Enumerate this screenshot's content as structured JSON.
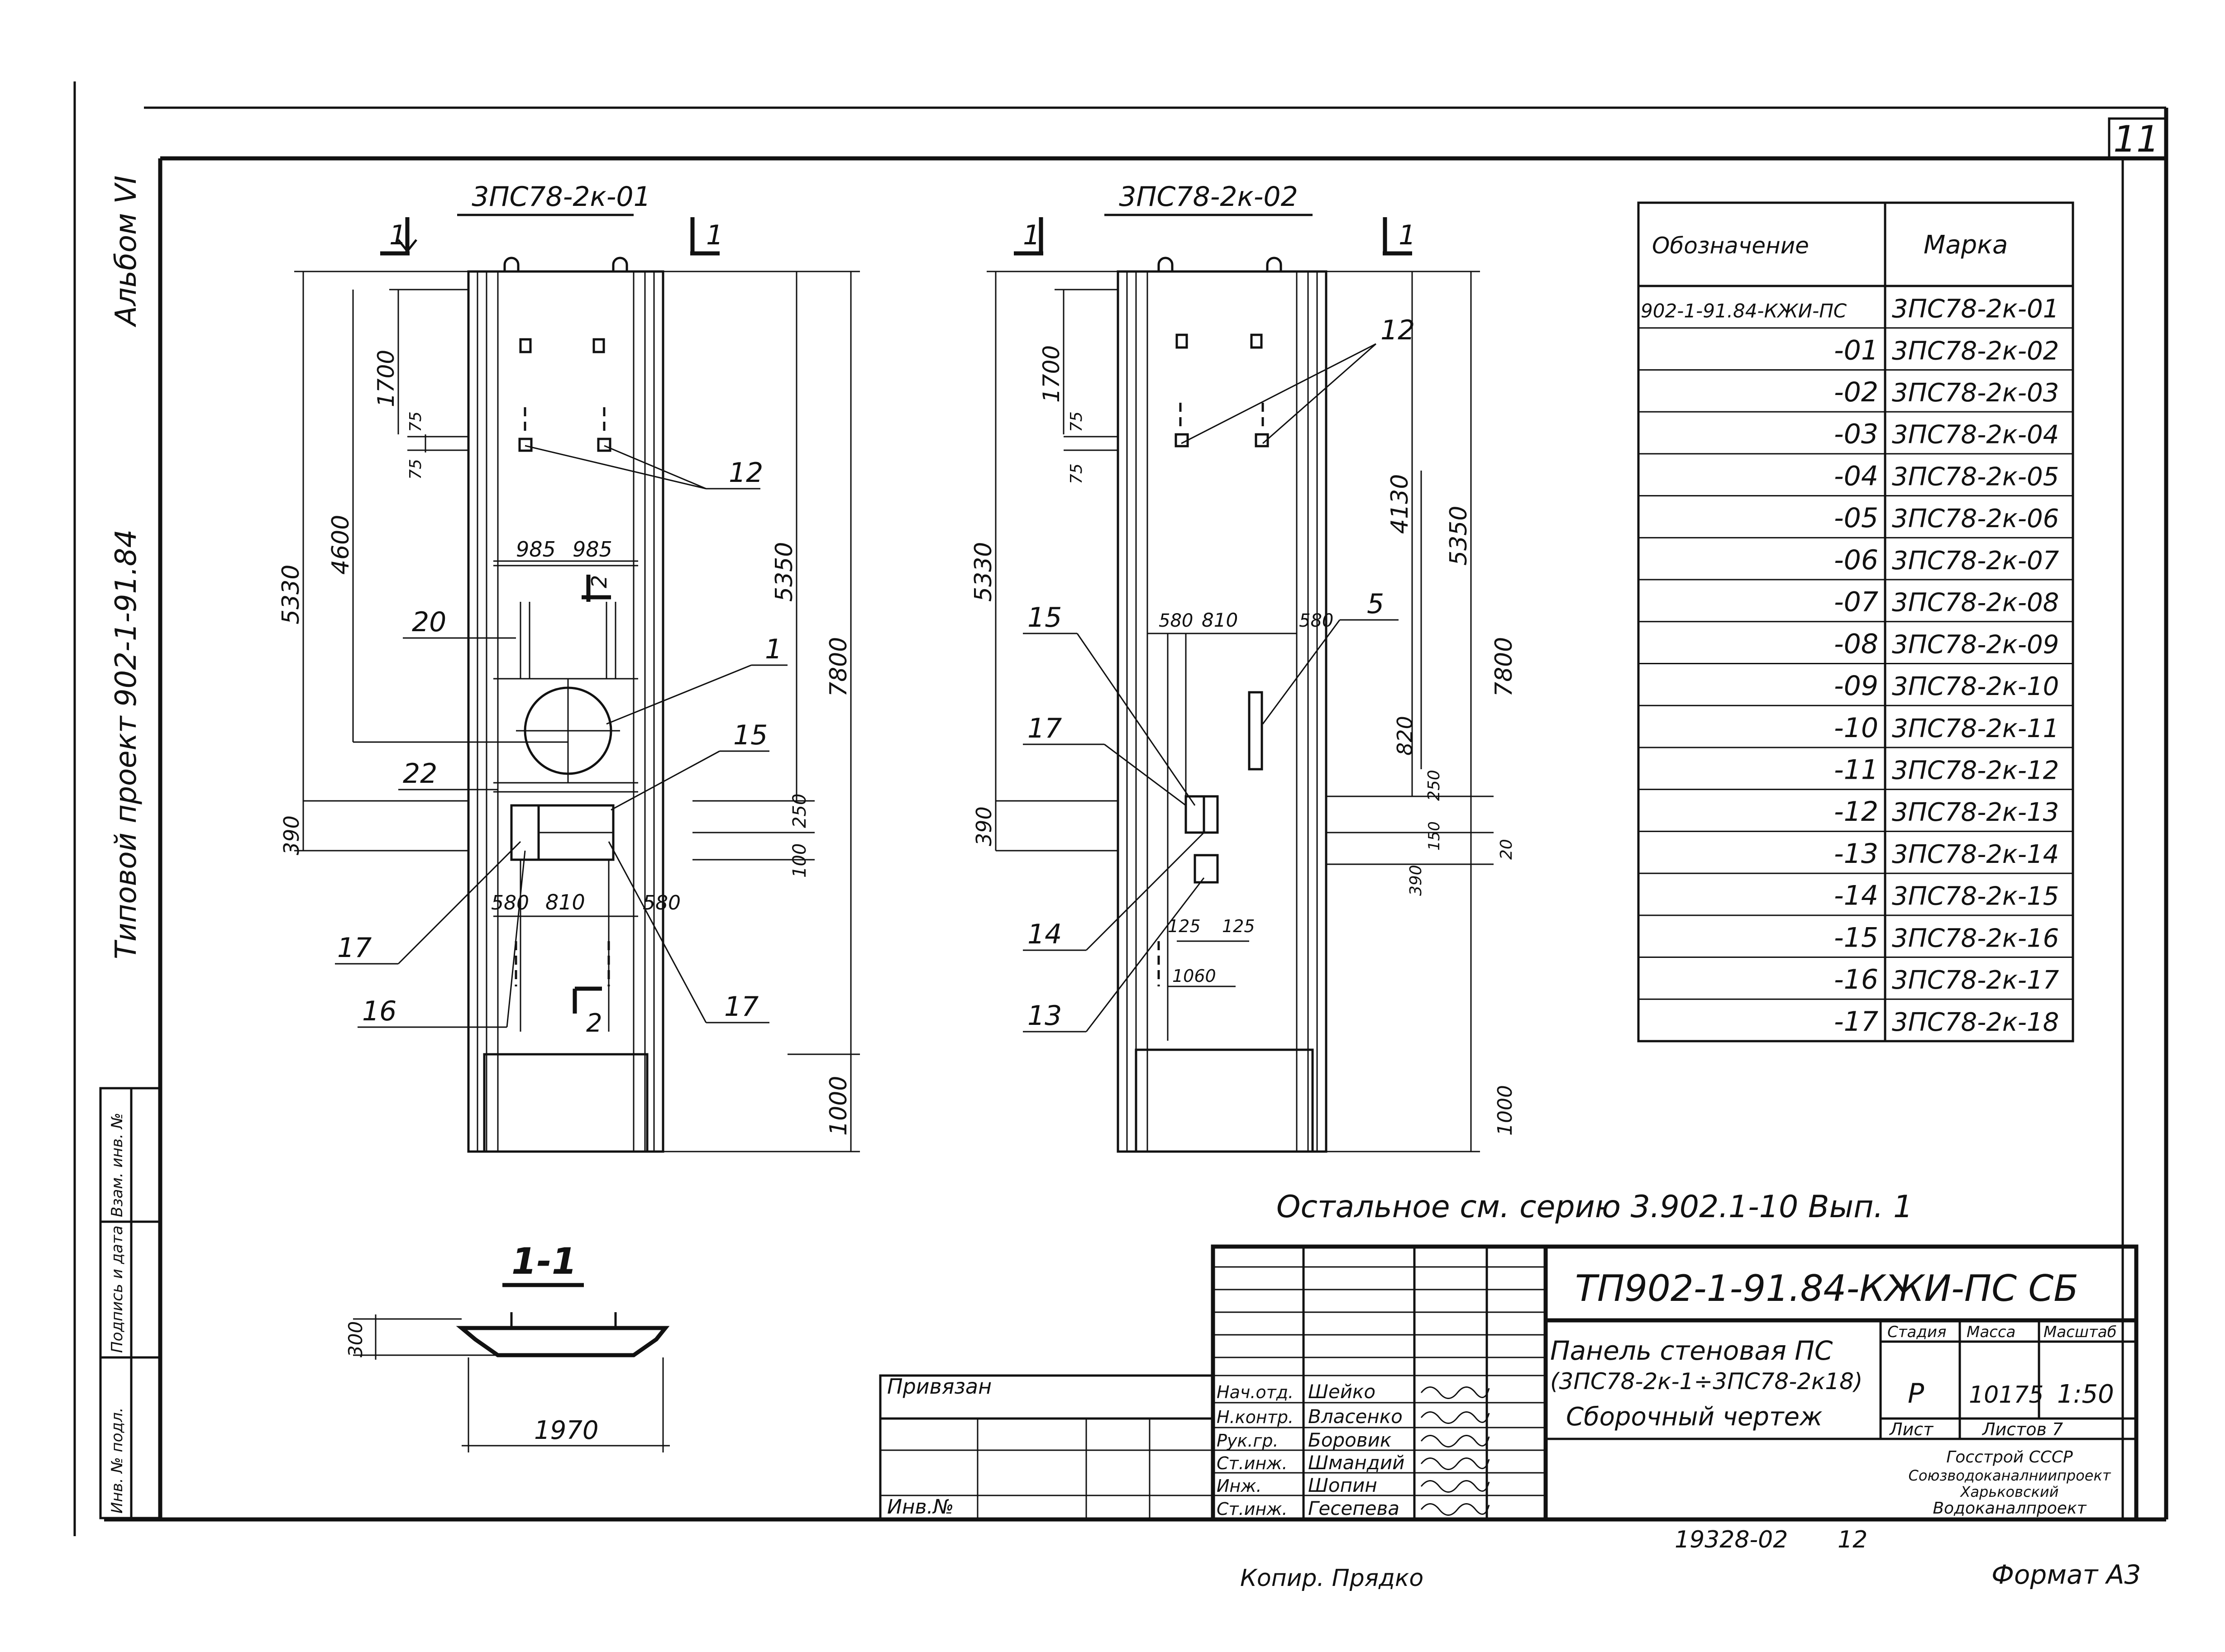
{
  "sheet_number": "11",
  "side_labels": {
    "album": "Альбом VI",
    "project": "Типовой проект 902-1-91.84"
  },
  "left_strip": [
    "Инв. № подл.",
    "Подпись и дата",
    "Взам. инв. №"
  ],
  "views": {
    "left_title": "3ПС78-2к-01",
    "right_title": "3ПС78-2к-02",
    "cut_mark": "1"
  },
  "left_dims": {
    "d1700": "1700",
    "d75a": "75",
    "d75b": "75",
    "d4600": "4600",
    "d5330": "5330",
    "d985a": "985",
    "d985b": "985",
    "d390": "390",
    "d580a": "580",
    "d810": "810",
    "d580b": "580",
    "d5350": "5350",
    "d7800": "7800",
    "d250": "250",
    "d100": "100",
    "d1000": "1000"
  },
  "left_callouts": {
    "c12": "12",
    "c20": "20",
    "c1": "1",
    "c15": "15",
    "c22": "22",
    "c17a": "17",
    "c16": "16",
    "c17b": "17",
    "c2": "2"
  },
  "right_dims": {
    "d1700": "1700",
    "d75a": "75",
    "d75b": "75",
    "d5330": "5330",
    "d580a": "580",
    "d810": "810",
    "d580b": "580",
    "d4130": "4130",
    "d5350": "5350",
    "d7800": "7800",
    "d820": "820",
    "d390": "390",
    "d250": "250",
    "d150": "150",
    "d20": "20",
    "d390b": "390",
    "d125a": "125",
    "d125b": "125",
    "d1060": "1060",
    "d1000": "1000"
  },
  "right_callouts": {
    "c12": "12",
    "c5": "5",
    "c15": "15",
    "c17": "17",
    "c14": "14",
    "c13": "13"
  },
  "table": {
    "headers": [
      "Обозначение",
      "Марка"
    ],
    "rows": [
      [
        "902-1-91.84-КЖИ-ПС",
        "3ПС78-2к-01"
      ],
      [
        "-01",
        "3ПС78-2к-02"
      ],
      [
        "-02",
        "3ПС78-2к-03"
      ],
      [
        "-03",
        "3ПС78-2к-04"
      ],
      [
        "-04",
        "3ПС78-2к-05"
      ],
      [
        "-05",
        "3ПС78-2к-06"
      ],
      [
        "-06",
        "3ПС78-2к-07"
      ],
      [
        "-07",
        "3ПС78-2к-08"
      ],
      [
        "-08",
        "3ПС78-2к-09"
      ],
      [
        "-09",
        "3ПС78-2к-10"
      ],
      [
        "-10",
        "3ПС78-2к-11"
      ],
      [
        "-11",
        "3ПС78-2к-12"
      ],
      [
        "-12",
        "3ПС78-2к-13"
      ],
      [
        "-13",
        "3ПС78-2к-14"
      ],
      [
        "-14",
        "3ПС78-2к-15"
      ],
      [
        "-15",
        "3ПС78-2к-16"
      ],
      [
        "-16",
        "3ПС78-2к-17"
      ],
      [
        "-17",
        "3ПС78-2к-18"
      ]
    ]
  },
  "note": "Остальное см. серию 3.902.1-10 Вып. 1",
  "section": {
    "title": "1-1",
    "height": "300",
    "width": "1970"
  },
  "title_block": {
    "code": "ТП902-1-91.84-КЖИ-ПС СБ",
    "name_line1": "Панель стеновая ПС",
    "name_line2": "(3ПС78-2к-1÷3ПС78-2к18)",
    "name_line3": "Сборочный чертеж",
    "stage_label": "Стадия",
    "mass_label": "Масса",
    "scale_label": "Масштаб",
    "stage": "Р",
    "mass": "10175",
    "scale": "1:50",
    "sheet_label": "Лист",
    "sheets_label": "Листов 7",
    "org_line1": "Госстрой СССР",
    "org_line2": "Союзводоканалниипроект",
    "org_line3": "Харьковский",
    "org_line4": "Водоканалпроект",
    "privyazan": "Привязан",
    "inv_no": "Инв.№",
    "roles": [
      "Нач.отд.",
      "Н.контр.",
      "Рук.гр.",
      "Ст.инж.",
      "Инж.",
      "Ст.инж."
    ],
    "names": [
      "Шейко",
      "Власенко",
      "Боровик",
      "Шмандий",
      "Шопин",
      "Гесепева"
    ]
  },
  "footer": {
    "number": "19328-02",
    "page": "12",
    "copier": "Копир. Прядко",
    "format": "Формат А3"
  }
}
